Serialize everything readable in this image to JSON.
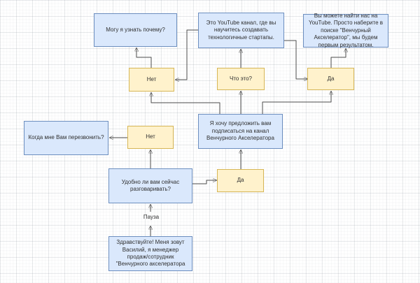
{
  "colors": {
    "canvas_bg": "#ffffff",
    "grid_line": "#e7eaee",
    "script_node_fill": "#dae8fc",
    "script_node_border": "#6c8ebf",
    "answer_node_fill": "#fff2cc",
    "answer_node_border": "#d6b656",
    "connector": "#4d4d4d"
  },
  "diagram": {
    "nodes": {
      "greeting": {
        "label": "Здравствуйте! Меня зовут Василий, я менеджер продаж/сотрудник \"Венчурного акселератора"
      },
      "convenient": {
        "label": "Удобно ли вам сейчас разговаривать?"
      },
      "callback": {
        "label": "Когда мне Вам перезвонить?"
      },
      "offer": {
        "label": "Я хочу предложить вам подписаться на канал Венчурного Акселератора"
      },
      "why": {
        "label": "Могу я узнать почему?"
      },
      "youtube_channel": {
        "label": "Это YouTube канал, где вы научитесь создавать технологичные стартапы."
      },
      "find_us": {
        "label": "Вы можете найти нас на YouTube. Просто наберите в поиске \"Венчурный Акселератор\", мы будем первым результатом."
      },
      "no_top": {
        "label": "Нет"
      },
      "what_is_it": {
        "label": "Что это?"
      },
      "yes_top": {
        "label": "Да"
      },
      "no_mid": {
        "label": "Нет"
      },
      "yes_mid": {
        "label": "Да"
      }
    },
    "edge_labels": {
      "pause": "Пауза"
    }
  }
}
